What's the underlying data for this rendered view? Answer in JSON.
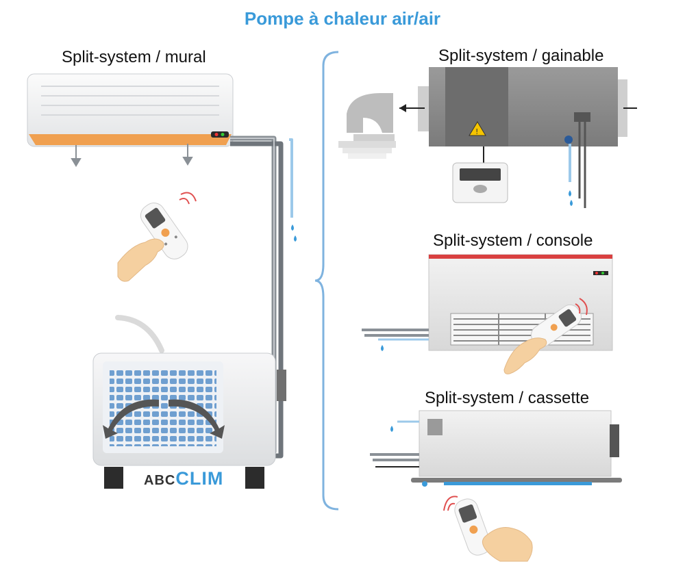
{
  "title": "Pompe à chaleur air/air",
  "labels": {
    "mural": "Split-system / mural",
    "gainable": "Split-system / gainable",
    "console": "Split-system / console",
    "cassette": "Split-system / cassette"
  },
  "logo": {
    "abc": "ABC",
    "clim": "CLIM"
  },
  "colors": {
    "accent": "#3a9ad9",
    "unit": "#eceef0",
    "dark_unit": "#8c8c8c",
    "pipe": "#8a9096",
    "orange": "#f0a050",
    "red_strip": "#d94040"
  },
  "icons": [
    "remote-control-icon",
    "hand-icon",
    "water-drop-icon",
    "warning-icon",
    "wall-thermostat-icon",
    "airflow-arrow-icon",
    "ceiling-diffuser-icon"
  ]
}
